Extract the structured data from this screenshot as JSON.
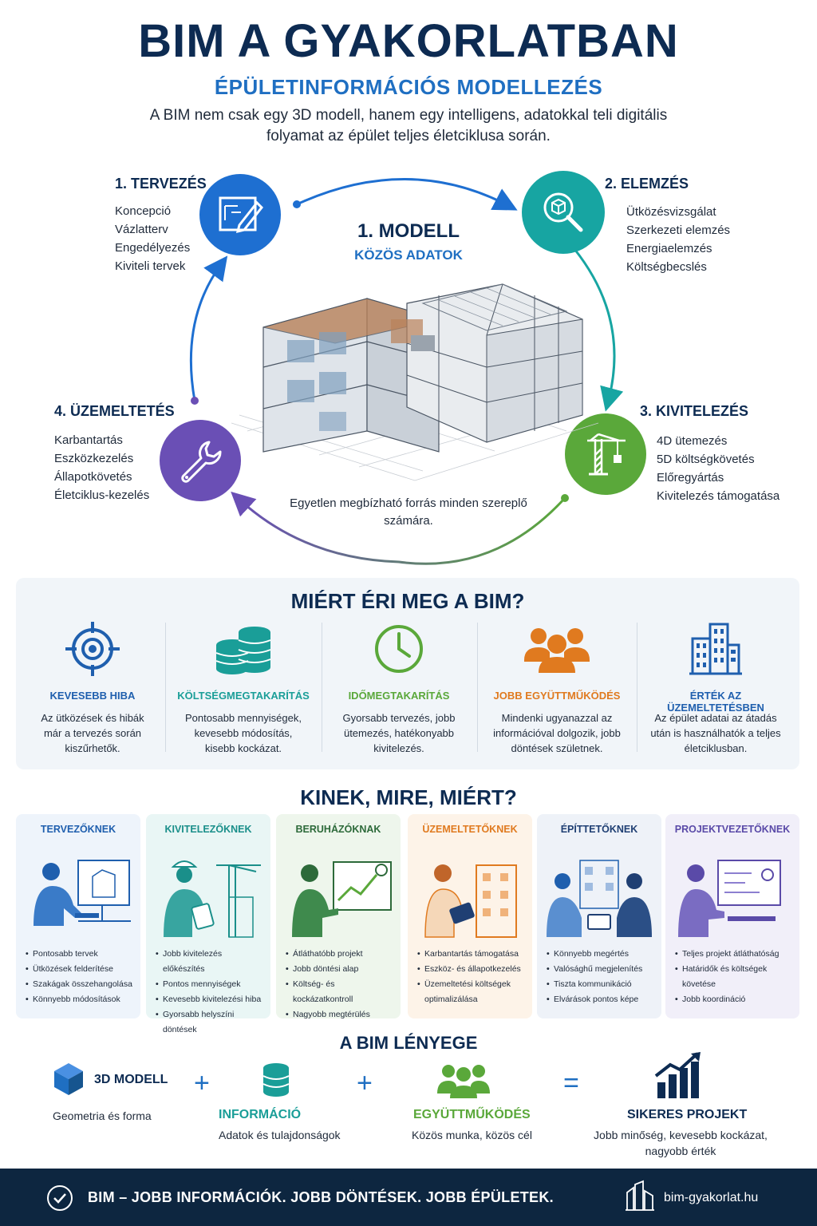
{
  "header": {
    "title": "BIM A GYAKORLATBAN",
    "subtitle": "ÉPÜLETINFORMÁCIÓS MODELLEZÉS",
    "intro": "A BIM nem csak egy 3D modell, hanem egy intelligens, adatokkal teli digitális folyamat az épület teljes életciklusa során."
  },
  "cycle": {
    "model_title": "1. MODELL",
    "model_subtitle": "KÖZÖS ADATOK",
    "source_text": "Egyetlen megbízható forrás minden szereplő számára.",
    "phases": [
      {
        "title": "1. TERVEZÉS",
        "items": [
          "Koncepció",
          "Vázlatterv",
          "Engedélyezés",
          "Kiviteli tervek"
        ],
        "icon": "blueprint-pencil-icon",
        "color": "#1e6fd1"
      },
      {
        "title": "2. ELEMZÉS",
        "items": [
          "Ütközésvizsgálat",
          "Szerkezeti elemzés",
          "Energiaelemzés",
          "Költségbecslés"
        ],
        "icon": "magnifier-cube-icon",
        "color": "#17a5a2"
      },
      {
        "title": "3. KIVITELEZÉS",
        "items": [
          "4D ütemezés",
          "5D költségkövetés",
          "Előregyártás",
          "Kivitelezés támogatása"
        ],
        "icon": "crane-icon",
        "color": "#5aa83a"
      },
      {
        "title": "4. ÜZEMELTETÉS",
        "items": [
          "Karbantartás",
          "Eszközkezelés",
          "Állapotkövetés",
          "Életciklus-kezelés"
        ],
        "icon": "wrench-icon",
        "color": "#6a4fb5"
      }
    ]
  },
  "why": {
    "title": "MIÉRT ÉRI MEG A BIM?",
    "items": [
      {
        "head": "KEVESEBB HIBA",
        "body": "Az ütközések és hibák már a tervezés során kiszűrhetők.",
        "icon": "target-icon",
        "color": "#1f5fae"
      },
      {
        "head": "KÖLTSÉGMEGTAKARÍTÁS",
        "body": "Pontosabb mennyiségek, kevesebb módosítás, kisebb kockázat.",
        "icon": "coins-icon",
        "color": "#1a9e98"
      },
      {
        "head": "IDŐMEGTAKARÍTÁS",
        "body": "Gyorsabb tervezés, jobb ütemezés, hatékonyabb kivitelezés.",
        "icon": "clock-icon",
        "color": "#5aa83a"
      },
      {
        "head": "JOBB EGYÜTTMŰKÖDÉS",
        "body": "Mindenki ugyanazzal az információval dolgozik, jobb döntések születnek.",
        "icon": "team-icon",
        "color": "#e07a1f"
      },
      {
        "head": "ÉRTÉK AZ ÜZEMELTETÉSBEN",
        "body": "Az épület adatai az átadás után is használhatók a teljes életciklusban.",
        "icon": "buildings-icon",
        "color": "#1f5fae"
      }
    ]
  },
  "who": {
    "title": "KINEK, MIRE, MIÉRT?",
    "cards": [
      {
        "head": "TERVEZŐKNEK",
        "items": [
          "Pontosabb tervek",
          "Ütközések felderítése",
          "Szakágak összehangolása",
          "Könnyebb módosítások"
        ],
        "icon": "designer-illustration",
        "color": "#1f5fae",
        "bg": "#eef4fb"
      },
      {
        "head": "KIVITELEZŐKNEK",
        "items": [
          "Jobb kivitelezés előkészítés",
          "Pontos mennyiségek",
          "Kevesebb kivitelezési hiba",
          "Gyorsabb helyszíni döntések"
        ],
        "icon": "contractor-illustration",
        "color": "#1a8f8a",
        "bg": "#e9f6f5"
      },
      {
        "head": "BERUHÁZÓKNAK",
        "items": [
          "Átláthatóbb projekt",
          "Jobb döntési alap",
          "Költség- és kockázatkontroll",
          "Nagyobb megtérülés"
        ],
        "icon": "investor-illustration",
        "color": "#2d6a3a",
        "bg": "#eef6ec"
      },
      {
        "head": "ÜZEMELTETŐKNEK",
        "items": [
          "Karbantartás támogatása",
          "Eszköz- és állapotkezelés",
          "Üzemeltetési költségek optimalizálása"
        ],
        "icon": "operator-illustration",
        "color": "#e07a1f",
        "bg": "#fdf3e8"
      },
      {
        "head": "ÉPÍTTETŐKNEK",
        "items": [
          "Könnyebb megértés",
          "Valósághű megjelenítés",
          "Tiszta kommunikáció",
          "Elvárások pontos képe"
        ],
        "icon": "client-illustration",
        "color": "#1f3f73",
        "bg": "#eef2f8"
      },
      {
        "head": "PROJEKTVEZETŐKNEK",
        "items": [
          "Teljes projekt átláthatóság",
          "Határidők és költségek követése",
          "Jobb koordináció"
        ],
        "icon": "manager-illustration",
        "color": "#5a4aa8",
        "bg": "#f1eff9"
      }
    ]
  },
  "essence": {
    "title": "A BIM LÉNYEGE",
    "model_label": "3D MODELL",
    "model_desc": "Geometria és forma",
    "info_label": "INFORMÁCIÓ",
    "info_desc": "Adatok és tulajdonságok",
    "collab_label": "EGYÜTTMŰKÖDÉS",
    "collab_desc": "Közös munka, közös cél",
    "result_label": "SIKERES PROJEKT",
    "result_desc": "Jobb minőség, kevesebb kockázat, nagyobb érték",
    "plus": "+",
    "equals": "="
  },
  "footer": {
    "text": "BIM – JOBB INFORMÁCIÓK. JOBB DÖNTÉSEK. JOBB ÉPÜLETEK.",
    "url": "bim-gyakorlat.hu"
  }
}
